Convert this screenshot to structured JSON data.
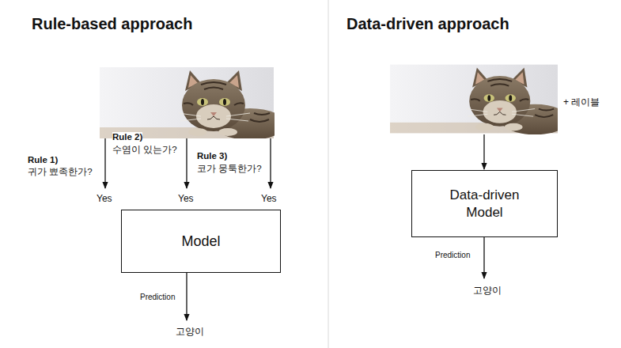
{
  "diagram": {
    "nodes": [
      {
        "text": [
          "Model"
        ]
      },
      {
        "text": [
          "Data-driven Model"
        ]
      }
    ],
    "labels": [
      "Rule-based approach",
      "Rule 1)",
      "귀가 뾰족한가?",
      "Rule 2)",
      "수염이 있는가?",
      "Rule 3)",
      "코가 뭉툭한가?",
      "Yes",
      "Yes",
      "Yes",
      "Prediction",
      "고양이",
      "Data-driven approach",
      "+ 레이블",
      "Prediction",
      "고양이"
    ]
  }
}
